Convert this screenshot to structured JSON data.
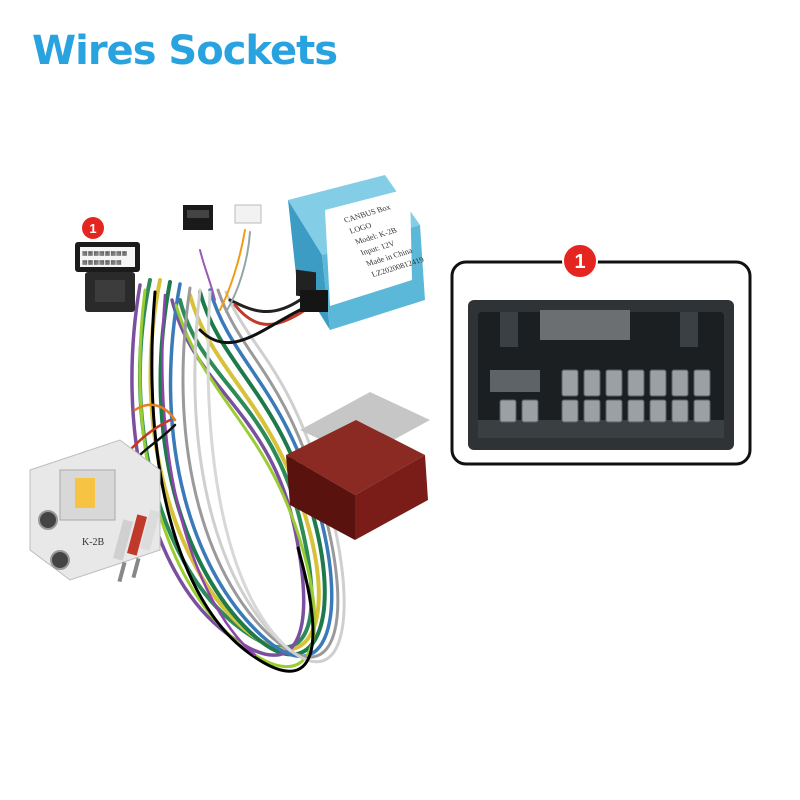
{
  "title": "Wires Sockets",
  "callouts": {
    "harness_marker": "1",
    "detail_marker": "1"
  },
  "module_label_lines": [
    "CANBUS Box",
    "LOGO",
    "Model: K-2B",
    "Input: 12V",
    "Made in China",
    "LZ20200812419"
  ],
  "connector_sticker_lines": [
    "▦▦▦▦▦▦▦▦",
    "▦▦▦▦▦▦▦"
  ],
  "rca_adapter_label": "K-2B",
  "colors": {
    "title": "#29a3df",
    "badge": "#e52620",
    "module": "#5cb8d8",
    "detail_frame": "#111111"
  }
}
